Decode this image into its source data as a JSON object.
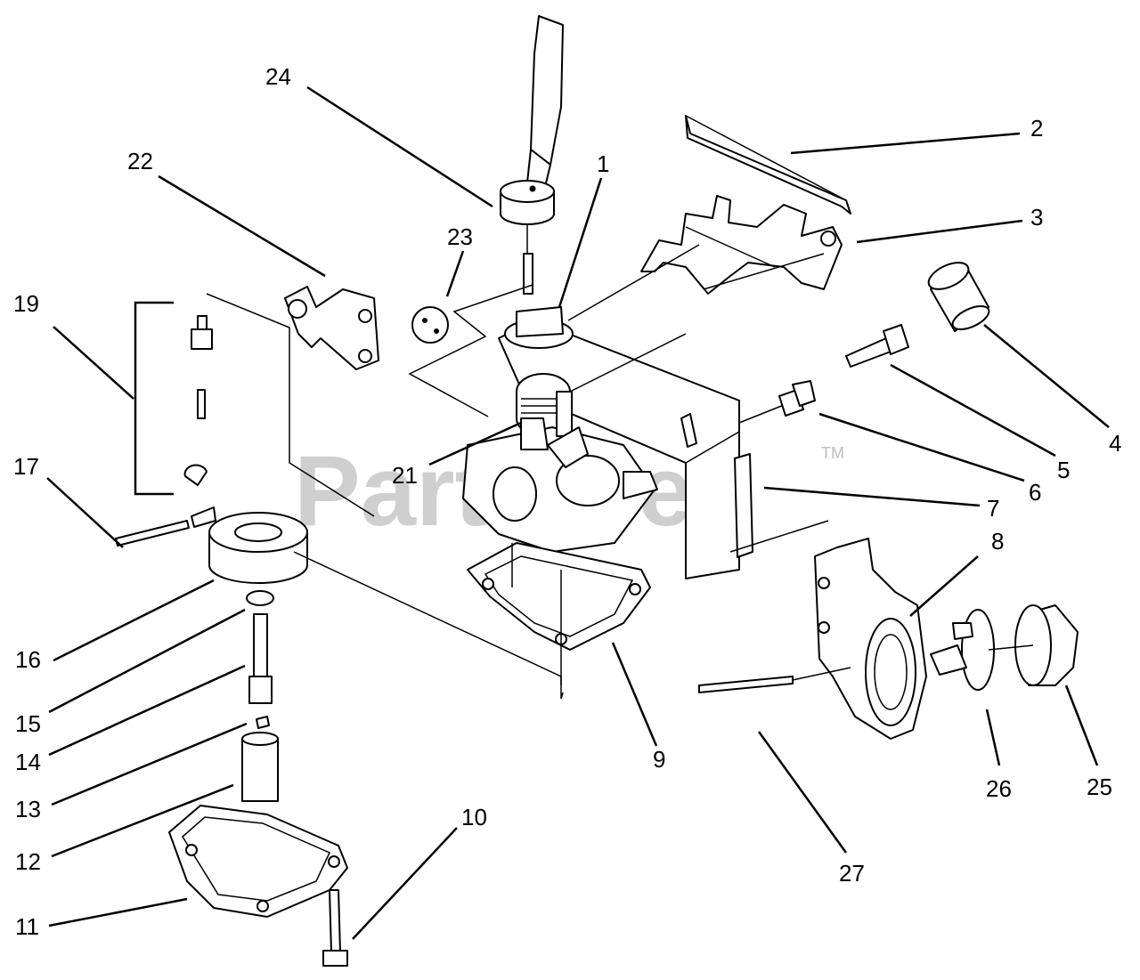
{
  "watermark": {
    "text": "PartsTree",
    "trademark": "TM"
  },
  "callouts": [
    {
      "label": "24"
    },
    {
      "label": "22"
    },
    {
      "label": "23"
    },
    {
      "label": "1"
    },
    {
      "label": "2"
    },
    {
      "label": "3"
    },
    {
      "label": "4"
    },
    {
      "label": "5"
    },
    {
      "label": "6"
    },
    {
      "label": "7"
    },
    {
      "label": "8"
    },
    {
      "label": "19"
    },
    {
      "label": "21"
    },
    {
      "label": "17"
    },
    {
      "label": "16"
    },
    {
      "label": "15"
    },
    {
      "label": "14"
    },
    {
      "label": "13"
    },
    {
      "label": "12"
    },
    {
      "label": "11"
    },
    {
      "label": "10"
    },
    {
      "label": "9"
    },
    {
      "label": "27"
    },
    {
      "label": "26"
    },
    {
      "label": "25"
    }
  ]
}
